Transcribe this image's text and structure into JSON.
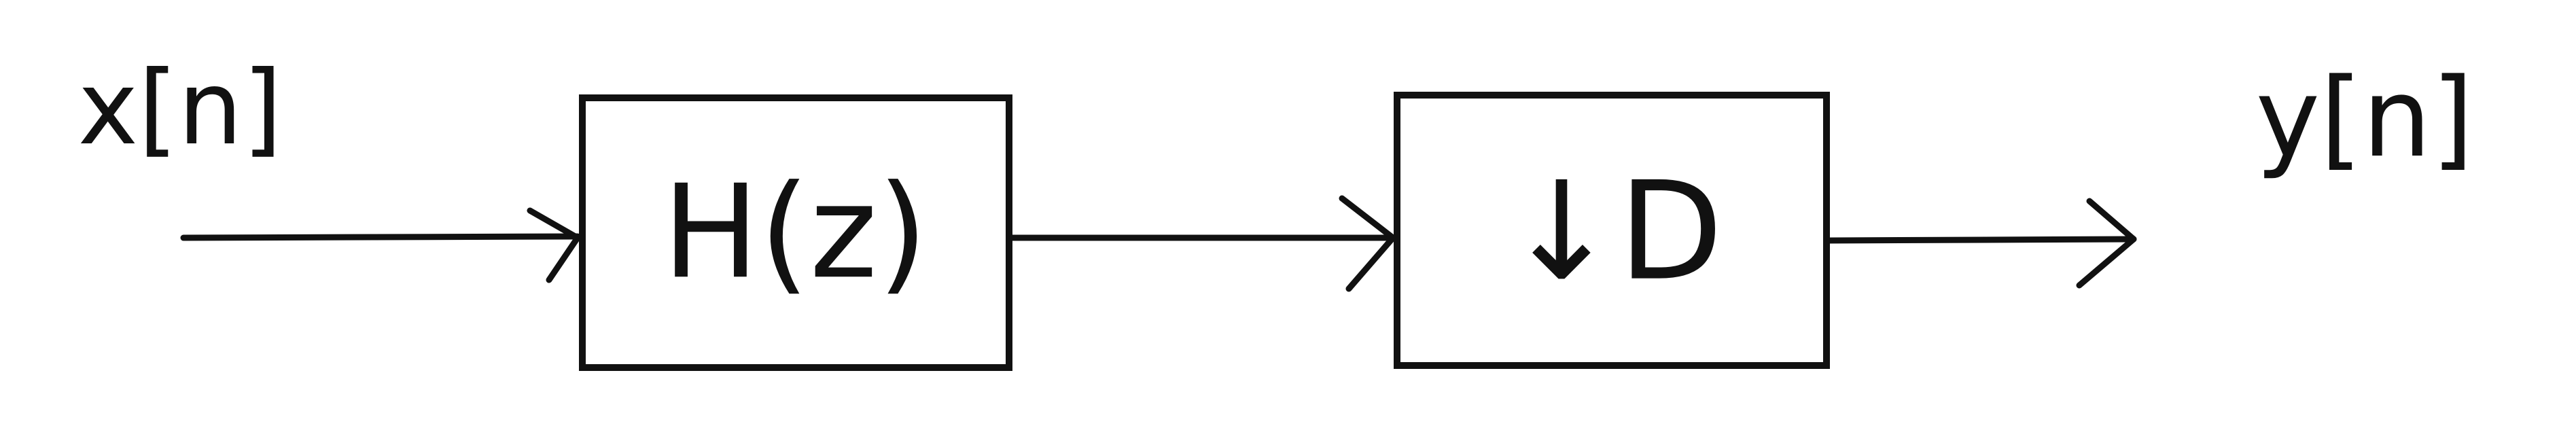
{
  "diagram": {
    "input_signal": "x[n]",
    "filter_block": "H(z)",
    "downsampler_block": "↓D",
    "output_signal": "y[n]"
  },
  "colors": {
    "stroke": "#111111",
    "background": "#ffffff"
  }
}
